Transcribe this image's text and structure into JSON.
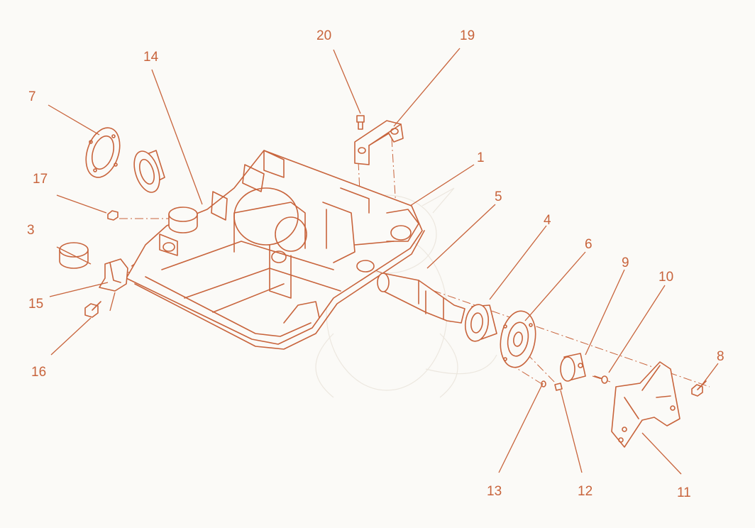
{
  "colors": {
    "line": "#c8643c",
    "background": "#fbfaf7",
    "watermark": "#ece7df"
  },
  "callouts": [
    {
      "id": "1",
      "label": "1"
    },
    {
      "id": "3",
      "label": "3"
    },
    {
      "id": "4",
      "label": "4"
    },
    {
      "id": "5",
      "label": "5"
    },
    {
      "id": "6",
      "label": "6"
    },
    {
      "id": "7",
      "label": "7"
    },
    {
      "id": "8",
      "label": "8"
    },
    {
      "id": "9",
      "label": "9"
    },
    {
      "id": "10",
      "label": "10"
    },
    {
      "id": "11",
      "label": "11"
    },
    {
      "id": "12",
      "label": "12"
    },
    {
      "id": "13",
      "label": "13"
    },
    {
      "id": "14",
      "label": "14"
    },
    {
      "id": "15",
      "label": "15"
    },
    {
      "id": "16",
      "label": "16"
    },
    {
      "id": "17",
      "label": "17"
    },
    {
      "id": "19",
      "label": "19"
    },
    {
      "id": "20",
      "label": "20"
    }
  ]
}
